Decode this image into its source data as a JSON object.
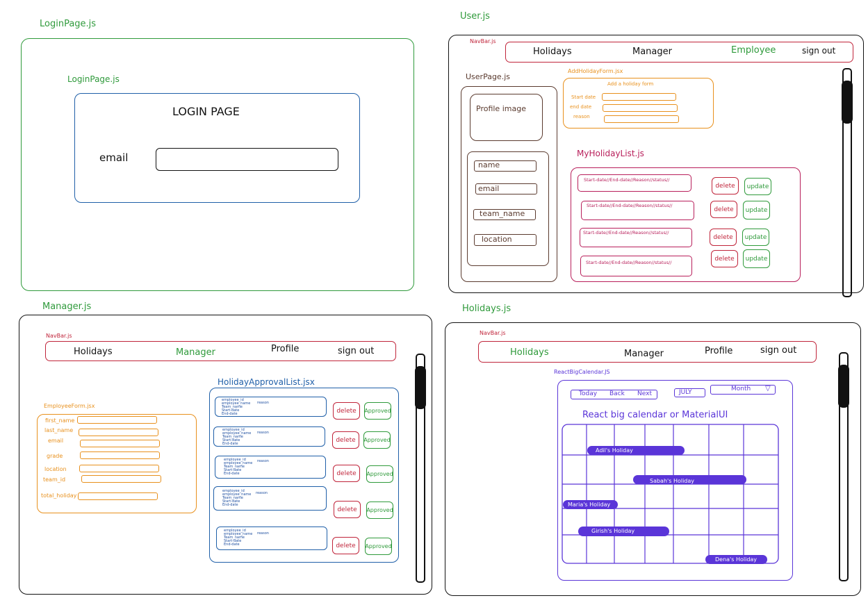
{
  "login": {
    "frame_label": "LoginPage.js",
    "inner_label": "LoginPage.js",
    "title": "LOGIN PAGE",
    "email_label": "email"
  },
  "user": {
    "frame_label": "User.js",
    "navbar_label": "NavBar.js",
    "nav": [
      "Holidays",
      "Manager",
      "Employee",
      "sign out"
    ],
    "userpage_label": "UserPage.js",
    "profile_image": "Profile image",
    "fields": [
      "name",
      "email",
      "team_name",
      "location"
    ],
    "form_label": "AddHolidayForm.jsx",
    "form_title": "Add a holiday form",
    "form_fields": [
      "Start date",
      "end date",
      "reason"
    ],
    "list_label": "MyHolidayList.js",
    "rows": [
      "Start-date//End-date//Reason//status//",
      "Start-date//End-date//Reason//status//",
      "Start-date//End-date//Reason//status//",
      "Start-date//End-date//Reason//status//"
    ],
    "delete_label": "delete",
    "update_label": "update"
  },
  "manager": {
    "frame_label": "Manager.js",
    "navbar_label": "NavBar.js",
    "nav": [
      "Holidays",
      "Manager",
      "Profile",
      "sign out"
    ],
    "form_label": "EmployeeForm.jsx",
    "form_fields": [
      "first_name",
      "last_name",
      "email",
      "grade",
      "location",
      "team_id",
      "total_holiday"
    ],
    "list_label": "HolidayApprovalList.jsx",
    "card_text": "employee_id\nemployee_name\nTeam_name\nStart-date\nEnd-date",
    "card_reason": "reason",
    "delete_label": "delete",
    "approved_label": "Approved"
  },
  "holidays": {
    "frame_label": "Holidays.js",
    "navbar_label": "NavBar.js",
    "nav": [
      "Holidays",
      "Manager",
      "Profile",
      "sign out"
    ],
    "calendar_label": "ReactBigCalendar.JS",
    "toolbar": [
      "Today",
      "Back",
      "Next"
    ],
    "month_name": "JULY",
    "view_select": "Month",
    "calendar_title": "React big calendar or MaterialUI",
    "events": [
      "Adil's Holiday",
      "Sabah's Holiday",
      "Maria's Holiday",
      "Girish's Holiday",
      "Dena's Holiday"
    ]
  },
  "colors": {
    "green": "#2f9a3b",
    "blue": "#1f5fa8",
    "red": "#c0243a",
    "orange": "#e8901c",
    "brown": "#5a3a2e",
    "purple": "#5a35d8",
    "magenta": "#b81e5a"
  }
}
